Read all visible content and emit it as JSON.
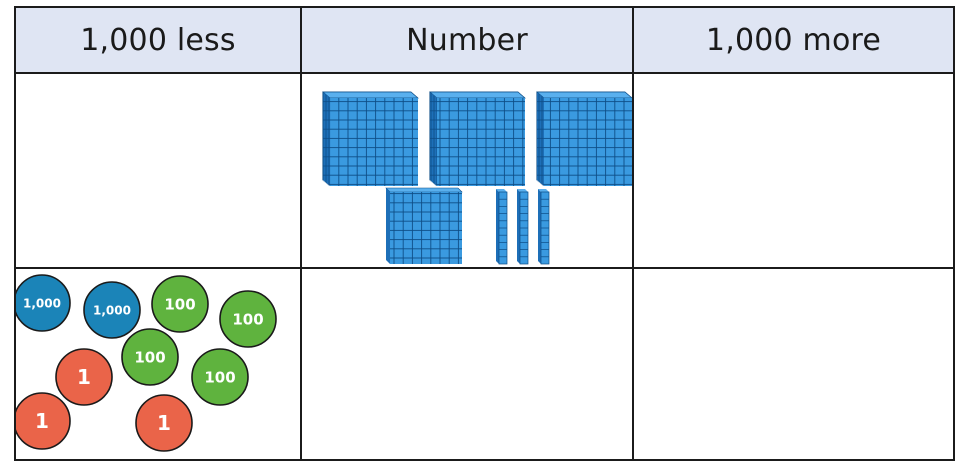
{
  "table": {
    "headers": [
      "1,000 less",
      "Number",
      "1,000 more"
    ]
  },
  "base_ten_blocks": {
    "thousand_cubes": 3,
    "hundred_flats": 1,
    "ten_rods": 3
  },
  "place_value_counters": [
    {
      "label": "1,000",
      "color": "#1b84b8"
    },
    {
      "label": "1,000",
      "color": "#1b84b8"
    },
    {
      "label": "100",
      "color": "#5fb33e"
    },
    {
      "label": "100",
      "color": "#5fb33e"
    },
    {
      "label": "100",
      "color": "#5fb33e"
    },
    {
      "label": "100",
      "color": "#5fb33e"
    },
    {
      "label": "1",
      "color": "#ea6449"
    },
    {
      "label": "1",
      "color": "#ea6449"
    },
    {
      "label": "1",
      "color": "#ea6449"
    }
  ]
}
